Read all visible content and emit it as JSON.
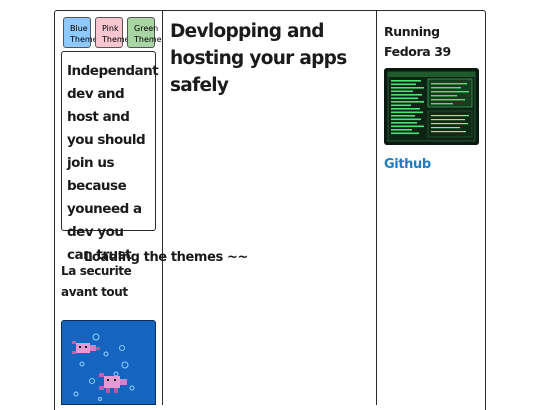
{
  "theme_buttons": [
    {
      "name": "blue-theme-button",
      "label": "Blue Theme",
      "color": "#8ec9ff"
    },
    {
      "name": "pink-theme-button",
      "label": "Pink Theme",
      "color": "#f7c6cf"
    },
    {
      "name": "green-theme-button",
      "label": "Green Theme",
      "color": "#a8d5a3"
    }
  ],
  "left_column": {
    "intro_text": "Independant dev and host and you should join us because youneed a dev you can trust",
    "secure_heading": "La securite avant tout",
    "image_icon": "axolotl-image-icon"
  },
  "loading_text": "Loading the themes ~~",
  "main": {
    "title": "Devlopping and hosting your apps safely"
  },
  "right_column": {
    "fedora_heading": "Running Fedora 39",
    "image_icon": "terminal-screenshot-icon",
    "github_link": "Github"
  },
  "colors": {
    "link": "#1f7dc3",
    "border": "#2a2a2a",
    "axolotl_bg": "#1565c0",
    "terminal_green": "#4be37a"
  }
}
